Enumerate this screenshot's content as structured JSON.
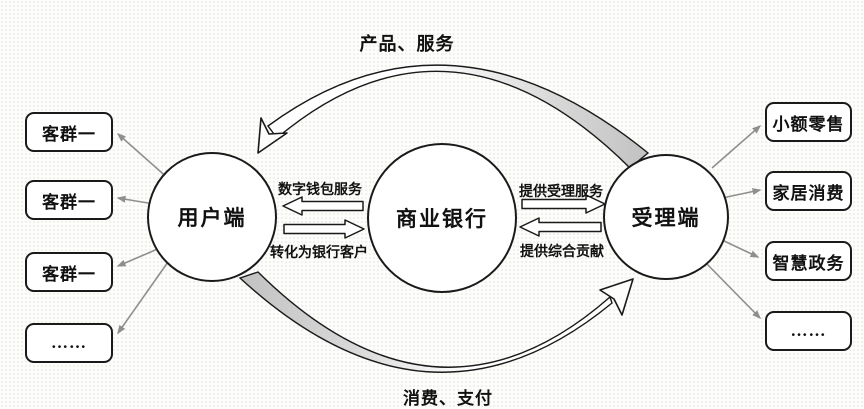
{
  "flows": {
    "top": "产品、服务",
    "bottom": "消费、支付"
  },
  "nodes": {
    "user": "用户端",
    "bank": "商业银行",
    "acceptor": "受理端"
  },
  "exchange_labels": {
    "wallet_service": "数字钱包服务",
    "convert_customer": "转化为银行客户",
    "acceptance_service": "提供受理服务",
    "comprehensive_contribution": "提供综合贡献"
  },
  "left_boxes": [
    "客群一",
    "客群一",
    "客群一",
    "……"
  ],
  "right_boxes": [
    "小额零售",
    "家居消费",
    "智慧政务",
    "……"
  ],
  "colors": {
    "ink": "#1a1a1a",
    "connector_gray": "#8f8f8f",
    "arc_fill_gray": "#c6c6c6",
    "shape_fill": "#ffffff"
  }
}
